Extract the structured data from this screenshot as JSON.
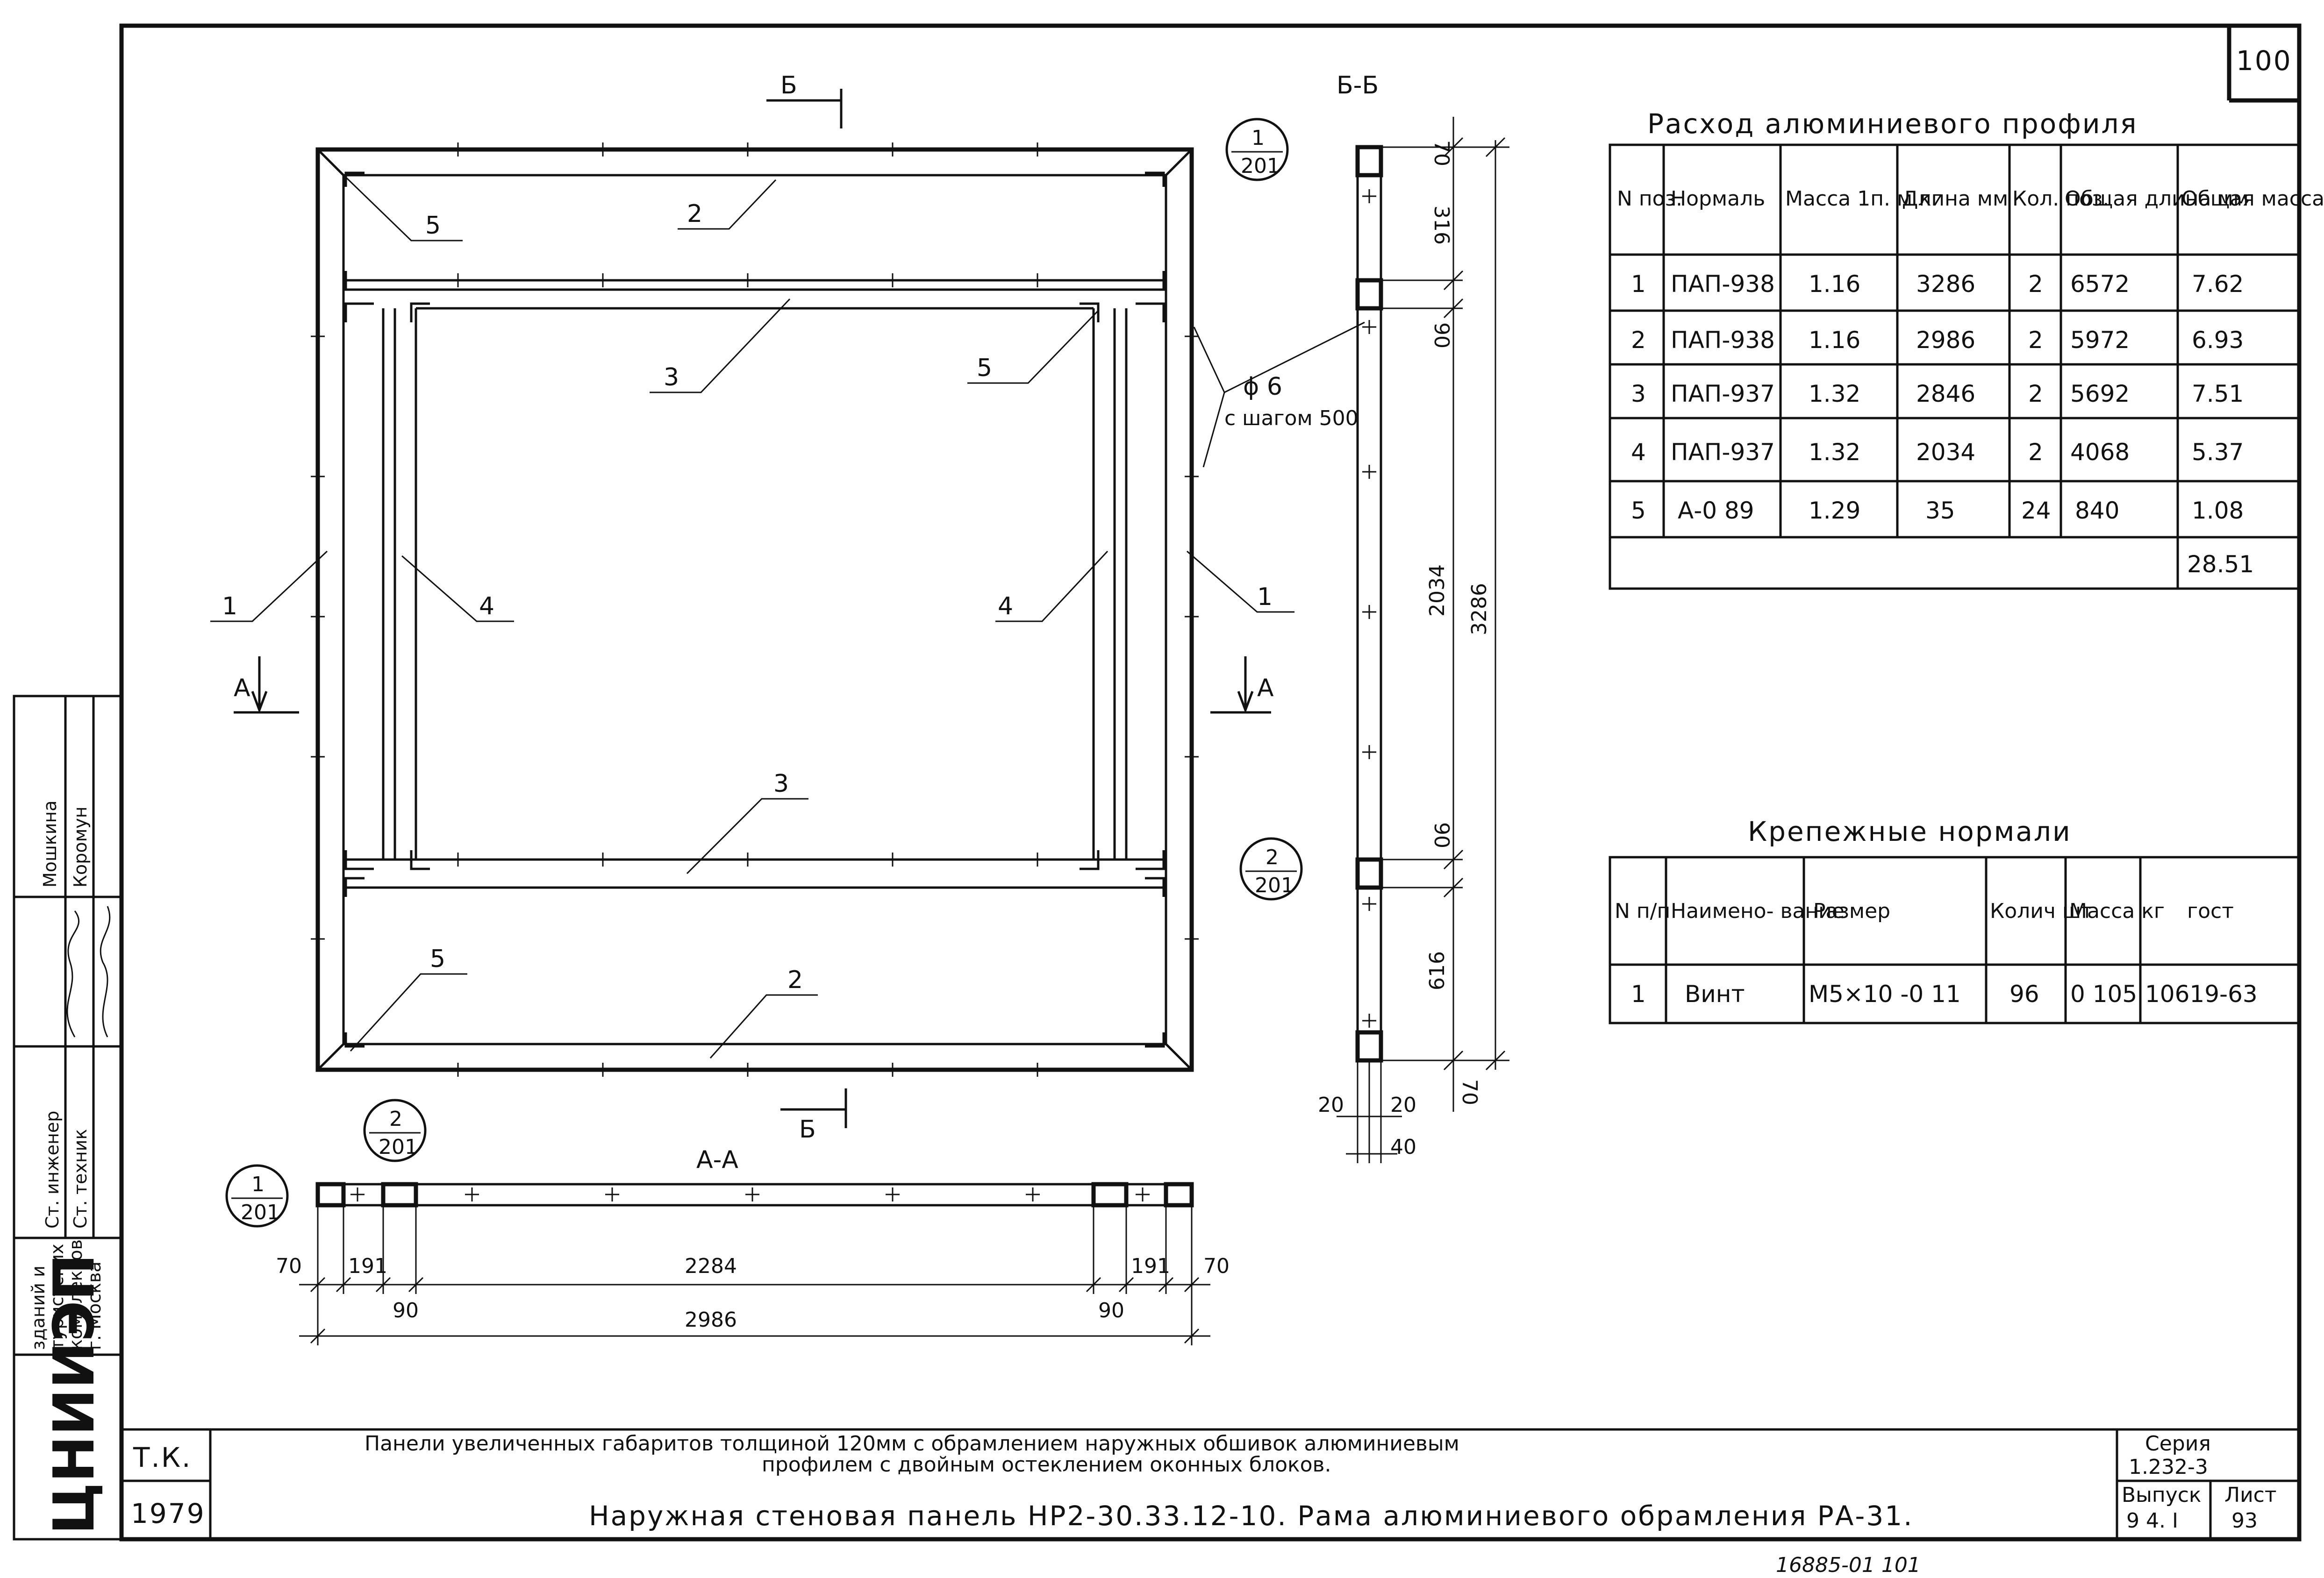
{
  "sheet_number": "100",
  "drawing_labels": {
    "section_bb_marker": "Б",
    "section_aa_marker": "А",
    "section_bb_title": "Б-Б",
    "section_aa_title": "А-А",
    "callout_1": "1",
    "callout_2": "2",
    "callout_3": "3",
    "callout_4": "4",
    "callout_5": "5",
    "bolt_note_dia": "ϕ 6",
    "bolt_note_step": "с шагом 500",
    "detail_ref_num_1": "1",
    "detail_ref_num_2": "2",
    "detail_ref_sheet": "201"
  },
  "dimensions_bb": {
    "d70_top": "70",
    "d316": "316",
    "d90_top": "90",
    "d2034": "2034",
    "d3286": "3286",
    "d90_bottom": "90",
    "d616": "616",
    "d70_bottom": "70",
    "d20_left": "20",
    "d20_right": "20",
    "d40": "40"
  },
  "dimensions_aa": {
    "d70_left": "70",
    "d191_left": "191",
    "d2284": "2284",
    "d191_right": "191",
    "d70_right": "70",
    "d90_left": "90",
    "d90_right": "90",
    "d2986": "2986"
  },
  "profile_table": {
    "title": "Расход алюминиевого профиля",
    "headers": [
      "N поз.",
      "Нормаль",
      "Масса 1п. м кг",
      "Длина мм",
      "Кол. поз.",
      "Общая длина мм",
      "Общая масса кг"
    ],
    "rows": [
      [
        "1",
        "ПАП-938",
        "1.16",
        "3286",
        "2",
        "6572",
        "7.62"
      ],
      [
        "2",
        "ПАП-938",
        "1.16",
        "2986",
        "2",
        "5972",
        "6.93"
      ],
      [
        "3",
        "ПАП-937",
        "1.32",
        "2846",
        "2",
        "5692",
        "7.51"
      ],
      [
        "4",
        "ПАП-937",
        "1.32",
        "2034",
        "2",
        "4068",
        "5.37"
      ],
      [
        "5",
        "А-0 89",
        "1.29",
        "35",
        "24",
        "840",
        "1.08"
      ]
    ],
    "total": "28.51"
  },
  "fastener_table": {
    "title": "Крепежные нормали",
    "headers": [
      "N п/п",
      "Наимено- вание",
      "Размер",
      "Колич шт",
      "Масса кг",
      "гост"
    ],
    "rows": [
      [
        "1",
        "Винт",
        "М5×10 -0 11",
        "96",
        "0 105",
        "10619-63"
      ]
    ]
  },
  "side_stamp": {
    "row1_role": "",
    "row1_name": "Мошкина",
    "row2_role": "Ст. инженер",
    "row2_name": "Коромун",
    "row3_role": "Ст. техник",
    "org_line1": "зданий и",
    "org_line2": "туристских",
    "org_line3": "комплексов",
    "org_line4": "г. Москва",
    "institute": "ЦНИИЭП"
  },
  "title_block": {
    "code": "Т.К.",
    "year": "1979",
    "line1": "Панели увеличенных габаритов толщиной 120мм с обрамлением наружных обшивок алюминиевым",
    "line2": "профилем с двойным остеклением оконных блоков.",
    "line3": "Наружная стеновая панель НР2-30.33.12-10. Рама алюминиевого обрамления РА-31.",
    "series_label": "Серия",
    "series_value": "1.232-3",
    "issue_label": "Выпуск",
    "issue_value": "9 4. I",
    "sheet_label": "Лист",
    "sheet_value": "93"
  },
  "footer_note": "16885-01   101"
}
